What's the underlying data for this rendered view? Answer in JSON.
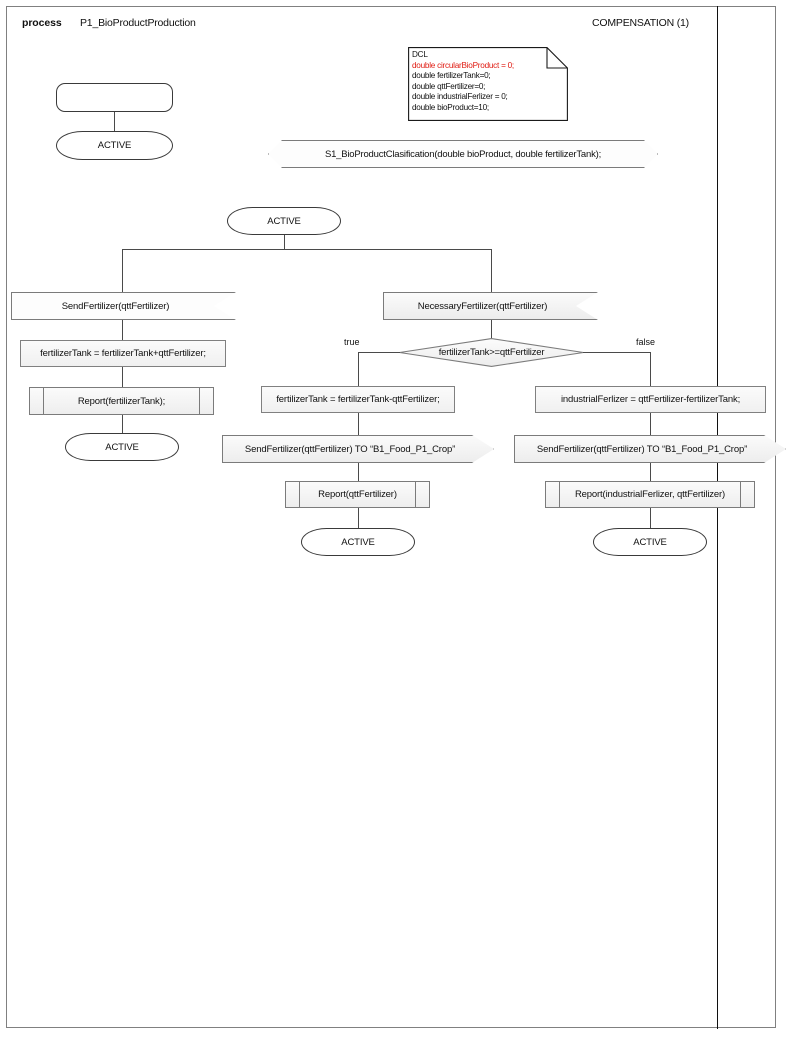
{
  "header": {
    "process_keyword": "process",
    "process_name": "P1_BioProductProduction",
    "compensation": "COMPENSATION (1)"
  },
  "note": {
    "name": "DCL",
    "lines": [
      {
        "text": "double circularBioProduct = 0;",
        "color": "#e01b12"
      },
      {
        "text": "double fertilizerTank=0;",
        "color": "#111111"
      },
      {
        "text": "double qttFertilizer=0;",
        "color": "#111111"
      },
      {
        "text": "double industrialFerlizer = 0;",
        "color": "#111111"
      },
      {
        "text": "double bioProduct=10;",
        "color": "#111111"
      }
    ]
  },
  "nodes": {
    "start_state": "",
    "state_active_top": "ACTIVE",
    "service_call": "S1_BioProductClasification(double bioProduct, double  fertilizerTank);",
    "state_active_mid": "ACTIVE",
    "recv_send_fertilizer": "SendFertilizer(qttFertilizer)",
    "recv_necessary_fertilizer": "NecessaryFertilizer(qttFertilizer)",
    "assign_tank_add": "fertilizerTank = fertilizerTank+qttFertilizer;",
    "report_fertilizer_tank": "Report(fertilizerTank);",
    "state_active_left": "ACTIVE",
    "decision": "fertilizerTank>=qttFertilizer",
    "branch_true": "true",
    "branch_false": "false",
    "assign_tank_sub": "fertilizerTank = fertilizerTank-qttFertilizer;",
    "send_true": "SendFertilizer(qttFertilizer) TO “B1_Food_P1_Crop”",
    "report_qtt_fertilizer": "Report(qttFertilizer)",
    "state_active_true": "ACTIVE",
    "assign_industrial": "industrialFerlizer = qttFertilizer-fertilizerTank;",
    "send_false": "SendFertilizer(qttFertilizer) TO “B1_Food_P1_Crop”",
    "report_industrial": "Report(industrialFerlizer, qttFertilizer)",
    "state_active_false": "ACTIVE"
  },
  "colors": {
    "frame": "#808080",
    "shape_stroke": "#7b7b7b",
    "state_stroke": "#3a3a3a",
    "connector": "#4a4a4a",
    "note_highlight": "#e01b12",
    "text": "#111111"
  }
}
